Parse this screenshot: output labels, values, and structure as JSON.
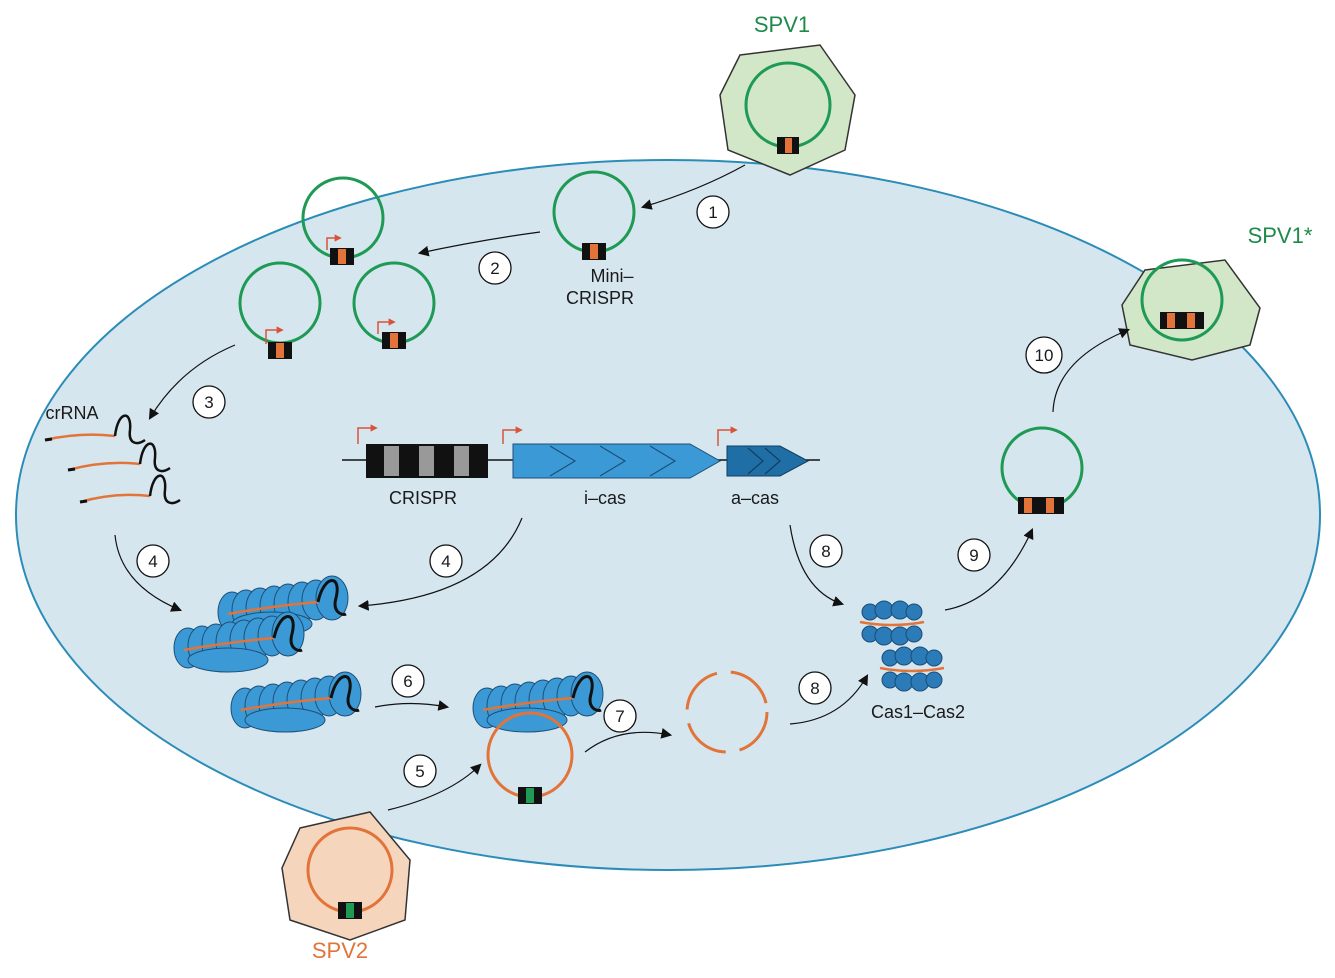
{
  "colors": {
    "cell": "#d6e6ef",
    "cell_border": "#2b8cb8",
    "green": "#1e9a55",
    "orange": "#e2743a",
    "protein": "#3b9ad6",
    "protein_dark": "#1f6fa6",
    "cas12": "#2b7bb8"
  },
  "labels": {
    "spv1": "SPV1",
    "spv1_star": "SPV1*",
    "spv2": "SPV2",
    "mini_crispr_line1": "Mini–",
    "mini_crispr_line2": "CRISPR",
    "crrna": "crRNA",
    "crispr": "CRISPR",
    "i_cas": "i–cas",
    "a_cas": "a–cas",
    "cas1_cas2": "Cas1–Cas2"
  },
  "steps": [
    "1",
    "2",
    "3",
    "4",
    "4",
    "5",
    "6",
    "7",
    "8",
    "8",
    "9",
    "10"
  ]
}
